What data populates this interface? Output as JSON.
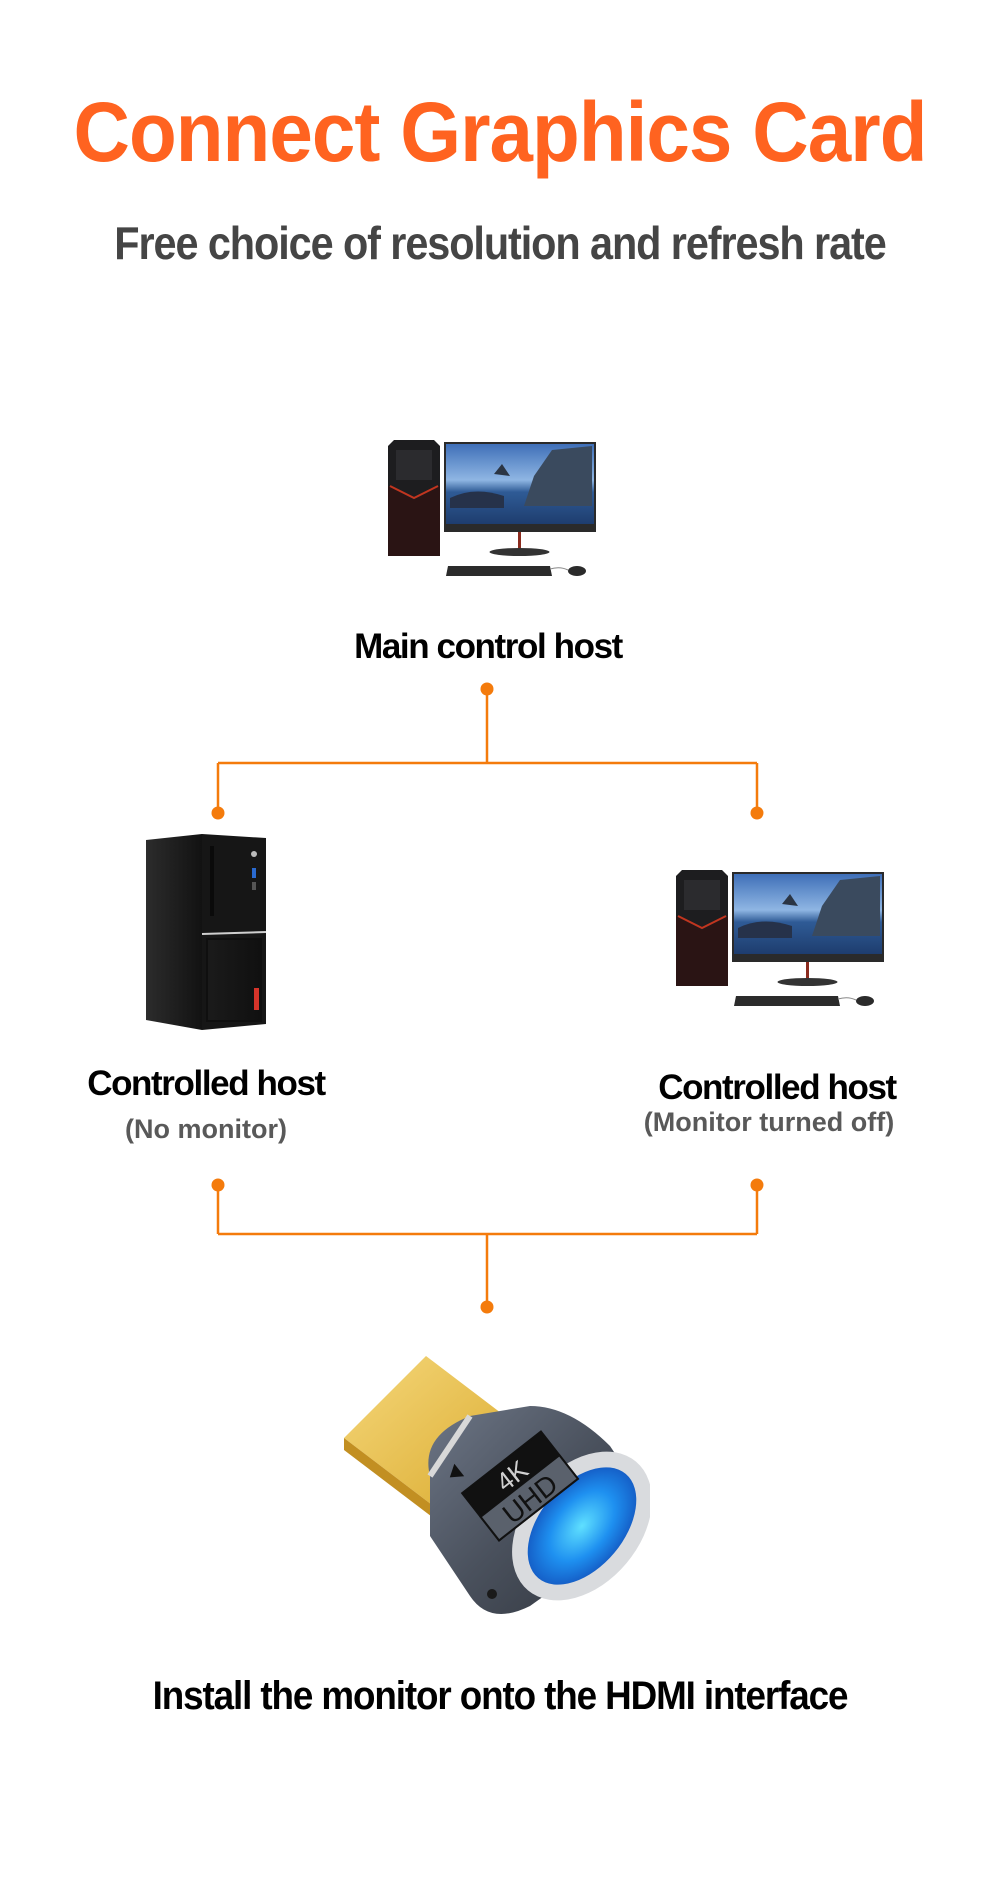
{
  "header": {
    "title": "Connect Graphics Card",
    "subtitle": "Free choice of resolution and refresh rate"
  },
  "diagram": {
    "main_node": {
      "label": "Main control host",
      "image": "desktop-pc-with-monitor-icon"
    },
    "controlled_nodes": [
      {
        "label": "Controlled host",
        "sublabel": "(No monitor)",
        "image": "tower-pc-icon"
      },
      {
        "label": "Controlled host",
        "sublabel": "(Monitor turned off)",
        "image": "desktop-pc-with-monitor-icon"
      }
    ],
    "device": {
      "image": "hdmi-dummy-plug-icon",
      "badge_top": "4K",
      "badge_bottom": "UHD"
    },
    "footer_label": "Install the monitor onto the HDMI interface",
    "connector_color": "#f47b0c"
  },
  "colors": {
    "title": "#ff6320",
    "subtitle": "#454545",
    "sublabel": "#595959"
  }
}
